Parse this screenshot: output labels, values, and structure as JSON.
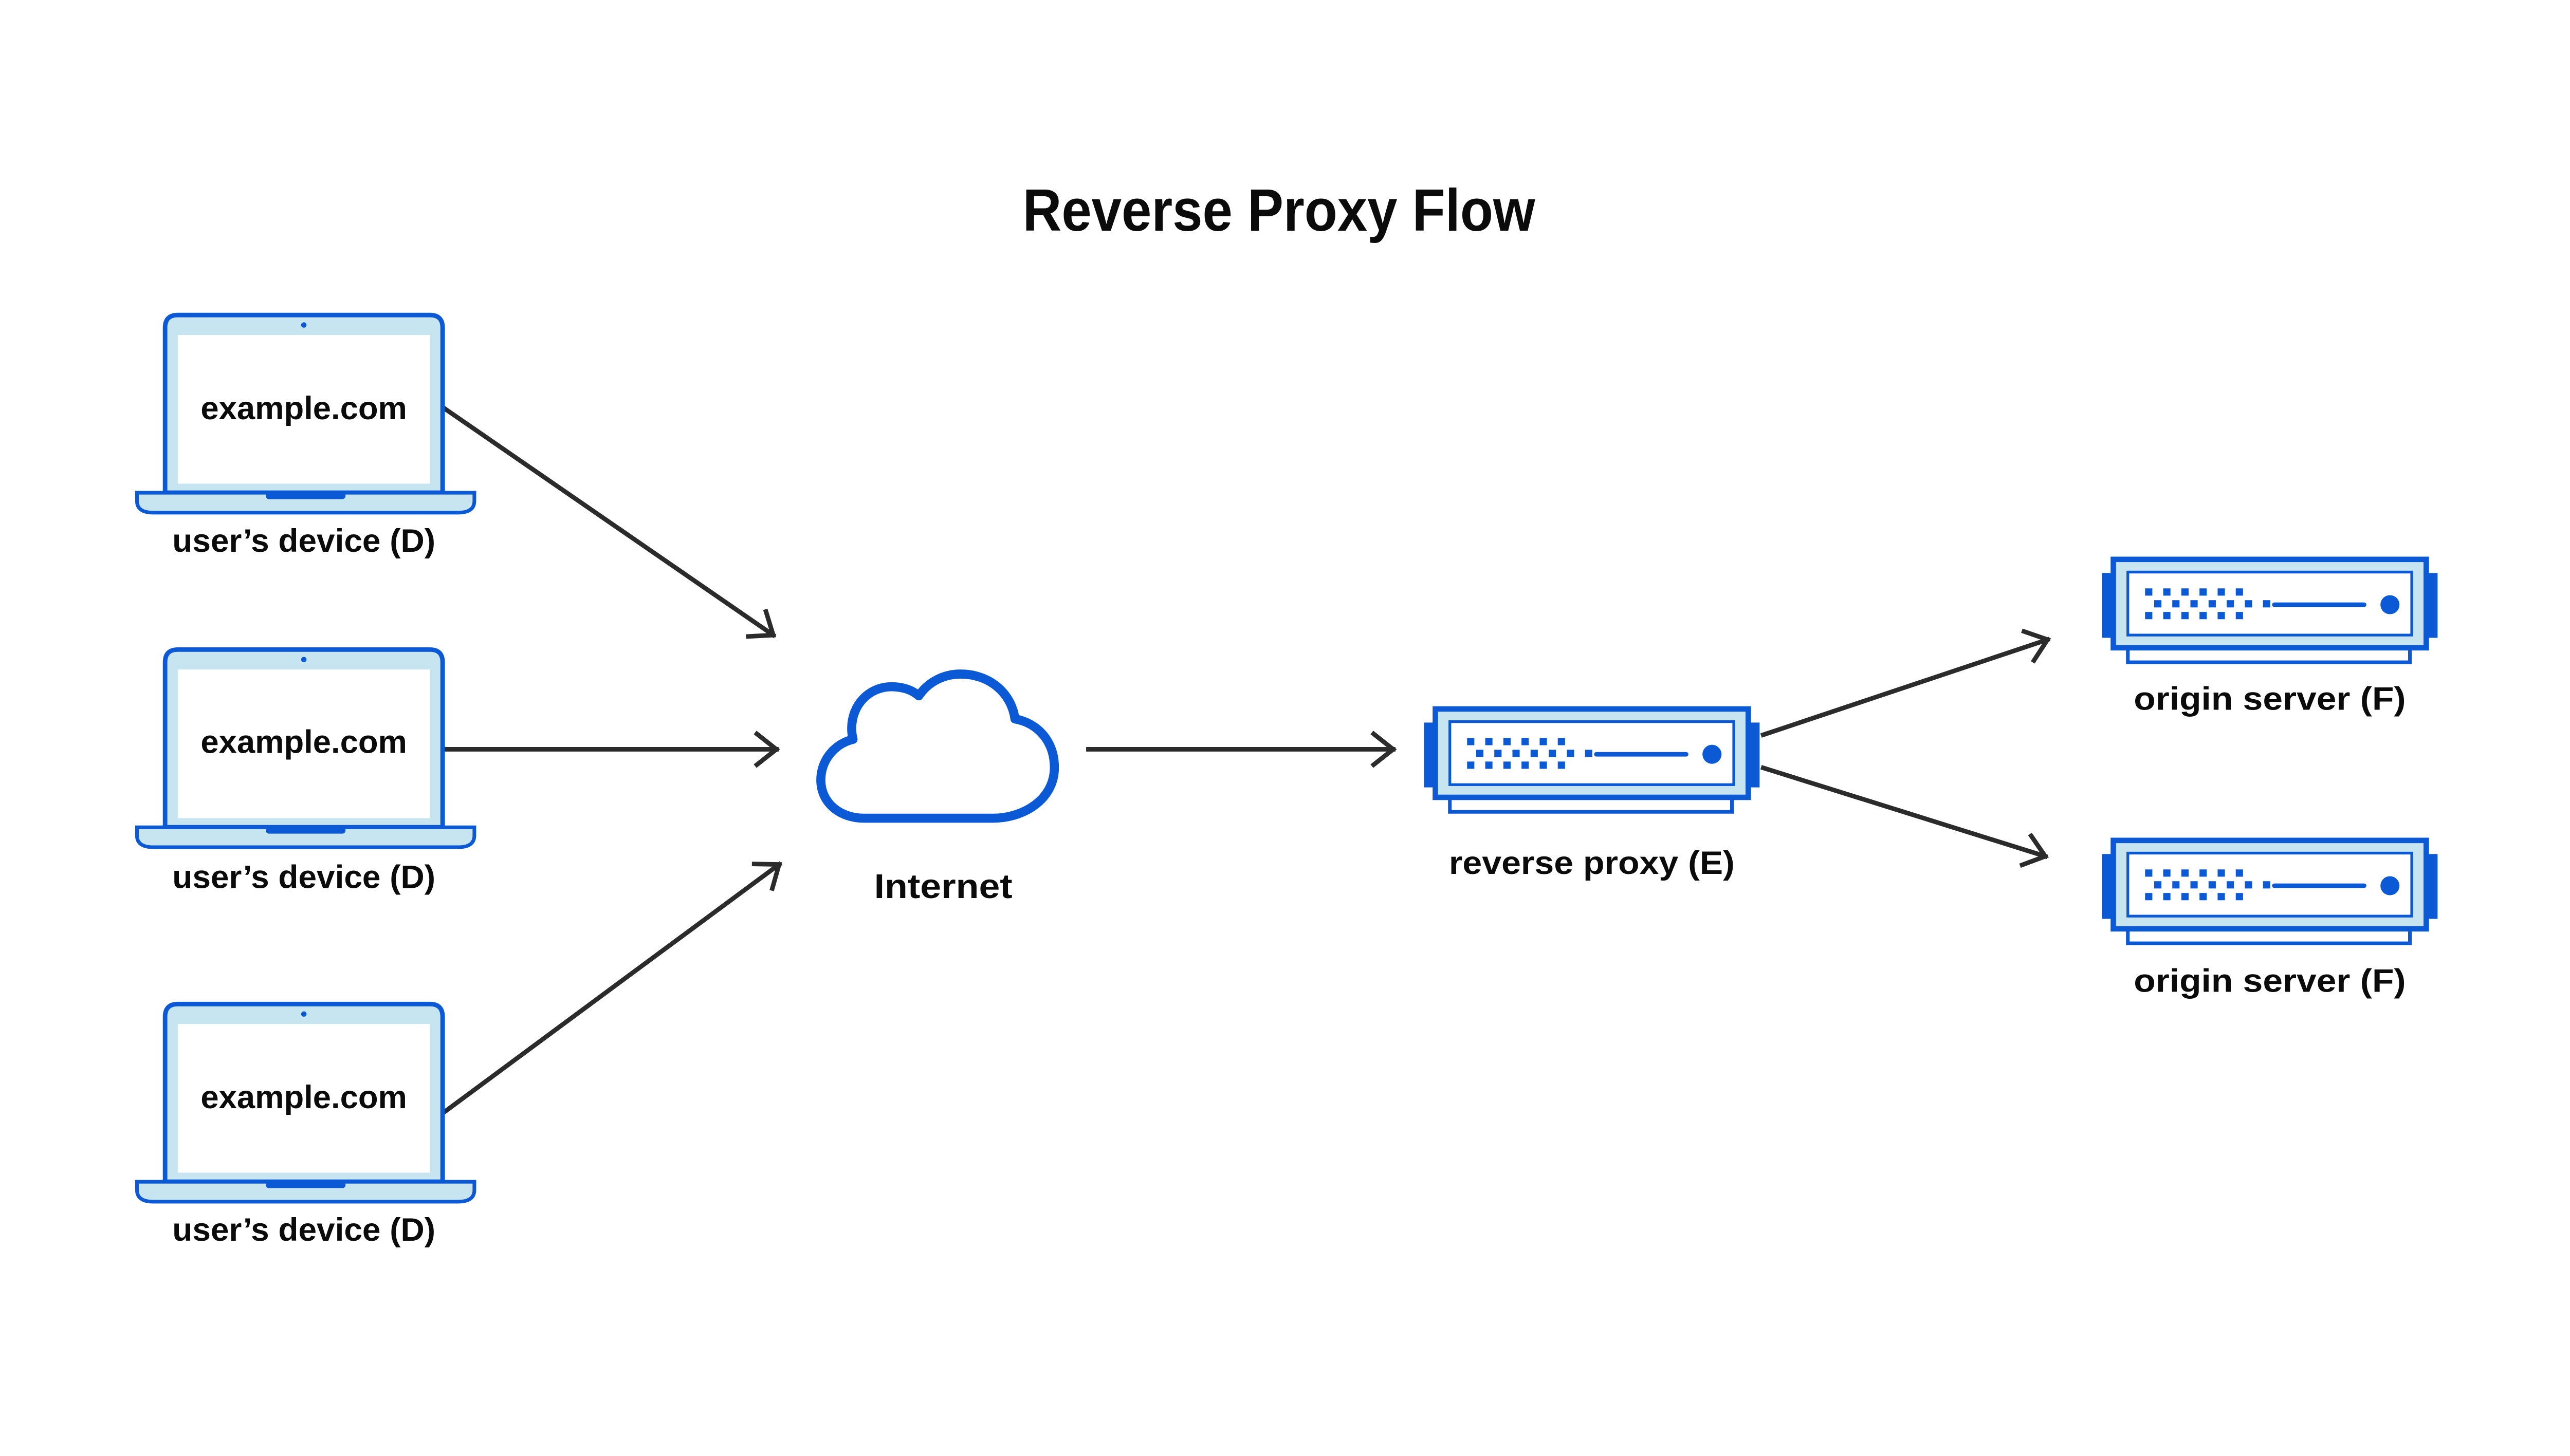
{
  "title": "Reverse Proxy Flow",
  "nodes": {
    "devices": [
      {
        "screen_text": "example.com",
        "label": "user’s device (D)"
      },
      {
        "screen_text": "example.com",
        "label": "user’s device (D)"
      },
      {
        "screen_text": "example.com",
        "label": "user’s device (D)"
      }
    ],
    "internet": {
      "label": "Internet"
    },
    "reverse_proxy": {
      "label": "reverse proxy (E)"
    },
    "origin_servers": [
      {
        "label": "origin server (F)"
      },
      {
        "label": "origin server (F)"
      }
    ]
  },
  "colors": {
    "stroke_blue": "#0c59d6",
    "fill_light_blue": "#c7e4f1",
    "arrow_black": "#2b2b2b",
    "text_black": "#0b0b0b",
    "background": "#ffffff"
  }
}
